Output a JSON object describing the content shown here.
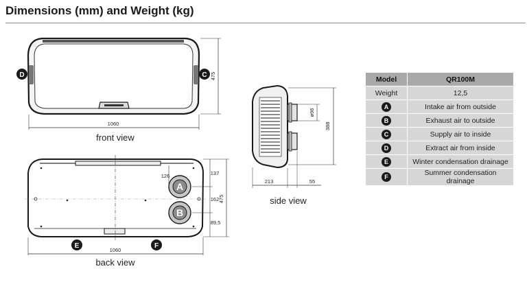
{
  "page": {
    "title": "Dimensions (mm) and Weight (kg)"
  },
  "front_view": {
    "caption": "front view",
    "width_label": "1060",
    "height_label": "475",
    "left_marker": "D",
    "right_marker": "C"
  },
  "back_view": {
    "caption": "back view",
    "width_label": "1060",
    "height_label": "475",
    "dim_126": "126",
    "dim_137": "137",
    "dim_162": "162",
    "dim_89": "89,5",
    "port_top": "A",
    "port_bottom": "B",
    "bottom_left_marker": "E",
    "bottom_right_marker": "F"
  },
  "side_view": {
    "caption": "side view",
    "diameter_label": "ø96",
    "height_label": "388",
    "depth_label": "213",
    "offset_label": "55"
  },
  "spec_table": {
    "header": {
      "label": "Model",
      "value": "QR100M"
    },
    "weight": {
      "label": "Weight",
      "value": "12,5"
    },
    "rows": [
      {
        "marker": "A",
        "text": "Intake air from outside"
      },
      {
        "marker": "B",
        "text": "Exhaust air to outside"
      },
      {
        "marker": "C",
        "text": "Supply air to inside"
      },
      {
        "marker": "D",
        "text": "Extract air from inside"
      },
      {
        "marker": "E",
        "text": "Winter condensation drainage"
      },
      {
        "marker": "F",
        "text": "Summer condensation drainage"
      }
    ]
  }
}
